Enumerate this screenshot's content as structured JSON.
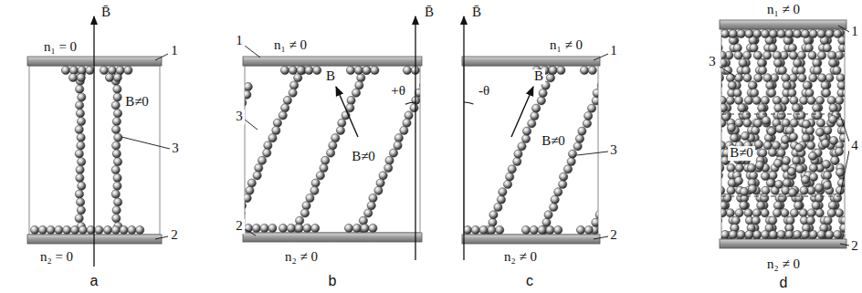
{
  "diagram": {
    "labels": [
      "B̄",
      "n₁ = 0",
      "1",
      "B≠0",
      "3",
      "2",
      "n₂ = 0",
      "a",
      "B̄",
      "n₁ ≠ 0",
      "B",
      "1",
      "3",
      "B≠0",
      "+θ",
      "2",
      "n₂ ≠ 0",
      "b",
      "B̄",
      "B",
      "n₁ ≠ 0",
      "1",
      "-θ",
      "B≠0",
      "3",
      "2",
      "n₂ ≠ 0",
      "c",
      "n₁ ≠ 0",
      "1",
      "3",
      "B≠0",
      "4",
      "2",
      "n₂ ≠ 0",
      "d"
    ]
  }
}
